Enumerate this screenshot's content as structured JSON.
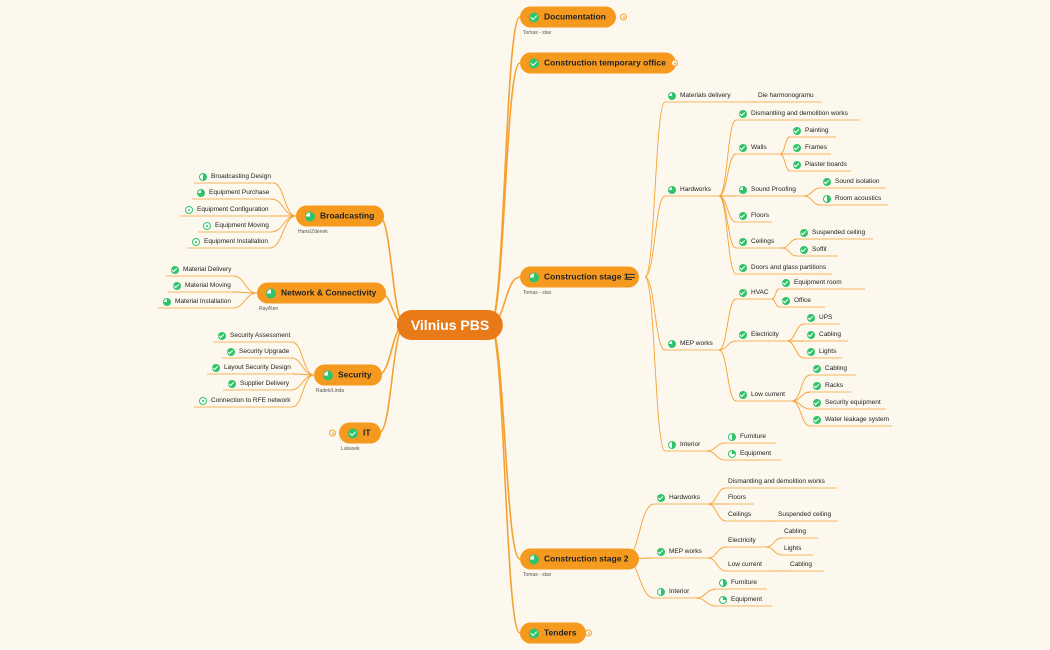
{
  "root": {
    "title": "Vilnius PBS"
  },
  "colors": {
    "branch": "#f5a033",
    "main": "#f59a1e",
    "root": "#e87a18",
    "status": "#2fc36a",
    "background": "#fdf8ee"
  },
  "icons": {
    "status": "progress-pie-icon",
    "collapse": "collapse-dot-icon",
    "notes": "notes-icon"
  },
  "right": [
    {
      "label": "Documentation",
      "status": "done",
      "note": "Tomas - stav",
      "collapsed": true,
      "children": []
    },
    {
      "label": "Construction temporary office",
      "status": "done",
      "collapsed": true,
      "children": []
    },
    {
      "label": "Construction stage 1",
      "status": "three",
      "note": "Tomas - stav",
      "hasNotes": true,
      "children": [
        {
          "label": "Materials delivery",
          "status": "three",
          "children": [
            {
              "label": "Die harmonogramu"
            }
          ]
        },
        {
          "label": "Hardworks",
          "status": "three",
          "children": [
            {
              "label": "Dismantling and demolition works",
              "status": "done"
            },
            {
              "label": "Walls",
              "status": "done",
              "children": [
                {
                  "label": "Painting",
                  "status": "done"
                },
                {
                  "label": "Frames",
                  "status": "done"
                },
                {
                  "label": "Plaster boards",
                  "status": "done"
                }
              ]
            },
            {
              "label": "Sound Proofing",
              "status": "three",
              "children": [
                {
                  "label": "Sound isolation",
                  "status": "done"
                },
                {
                  "label": "Room acoustics",
                  "status": "half"
                }
              ]
            },
            {
              "label": "Floors",
              "status": "done"
            },
            {
              "label": "Ceilings",
              "status": "done",
              "children": [
                {
                  "label": "Suspended ceiling",
                  "status": "done"
                },
                {
                  "label": "Soffit",
                  "status": "done"
                }
              ]
            },
            {
              "label": "Doors and glass partitions",
              "status": "done"
            }
          ]
        },
        {
          "label": "MEP works",
          "status": "three",
          "children": [
            {
              "label": "HVAC",
              "status": "done",
              "children": [
                {
                  "label": "Equipment room",
                  "status": "done"
                },
                {
                  "label": "Office",
                  "status": "done"
                }
              ]
            },
            {
              "label": "Electricity",
              "status": "done",
              "children": [
                {
                  "label": "UPS",
                  "status": "done"
                },
                {
                  "label": "Cabling",
                  "status": "done"
                },
                {
                  "label": "Lights",
                  "status": "done"
                }
              ]
            },
            {
              "label": "Low current",
              "status": "done",
              "children": [
                {
                  "label": "Cabling",
                  "status": "done"
                },
                {
                  "label": "Racks",
                  "status": "done"
                },
                {
                  "label": "Security equipment",
                  "status": "done"
                },
                {
                  "label": "Water leakage system",
                  "status": "done"
                }
              ]
            }
          ]
        },
        {
          "label": "Interior",
          "status": "half",
          "children": [
            {
              "label": "Furniture",
              "status": "half"
            },
            {
              "label": "Equipment",
              "status": "quarter"
            }
          ]
        }
      ]
    },
    {
      "label": "Construction stage 2",
      "status": "three",
      "note": "Tomas - stav",
      "children": [
        {
          "label": "Hardworks",
          "status": "done",
          "children": [
            {
              "label": "Dismantling and demolition works"
            },
            {
              "label": "Floors"
            },
            {
              "label": "Ceilings",
              "children": [
                {
                  "label": "Suspended ceiling"
                }
              ]
            }
          ]
        },
        {
          "label": "MEP works",
          "status": "done",
          "children": [
            {
              "label": "Electricity",
              "children": [
                {
                  "label": "Cabling"
                },
                {
                  "label": "Lights"
                }
              ]
            },
            {
              "label": "Low current",
              "children": [
                {
                  "label": "Cabling"
                }
              ]
            }
          ]
        },
        {
          "label": "Interior",
          "status": "half",
          "children": [
            {
              "label": "Furniture",
              "status": "half"
            },
            {
              "label": "Equipment",
              "status": "quarter"
            }
          ]
        }
      ]
    },
    {
      "label": "Tenders",
      "status": "done",
      "collapsed": true,
      "children": []
    }
  ],
  "left": [
    {
      "label": "Broadcasting",
      "status": "three",
      "note": "Hans/Zdenek",
      "children": [
        {
          "label": "Broadcasting Design",
          "status": "half"
        },
        {
          "label": "Equipment Purchase",
          "status": "three"
        },
        {
          "label": "Equipment Configuration",
          "status": "empty"
        },
        {
          "label": "Equipment Moving",
          "status": "empty"
        },
        {
          "label": "Equipment Installation",
          "status": "empty"
        }
      ]
    },
    {
      "label": "Network & Connectivity",
      "status": "three",
      "note": "Ray/Ken",
      "children": [
        {
          "label": "Material Delivery",
          "status": "done"
        },
        {
          "label": "Material Moving",
          "status": "done"
        },
        {
          "label": "Material Installation",
          "status": "three"
        }
      ]
    },
    {
      "label": "Security",
      "status": "three",
      "note": "Radek/Linda",
      "children": [
        {
          "label": "Security Assessment",
          "status": "done"
        },
        {
          "label": "Security Upgrade",
          "status": "done"
        },
        {
          "label": "Layout Security Design",
          "status": "done"
        },
        {
          "label": "Supplier Delivery",
          "status": "done"
        },
        {
          "label": "Connection to RFE network",
          "status": "empty"
        }
      ]
    },
    {
      "label": "IT",
      "status": "done",
      "note": "Lukasek",
      "collapsed": true,
      "children": []
    }
  ]
}
